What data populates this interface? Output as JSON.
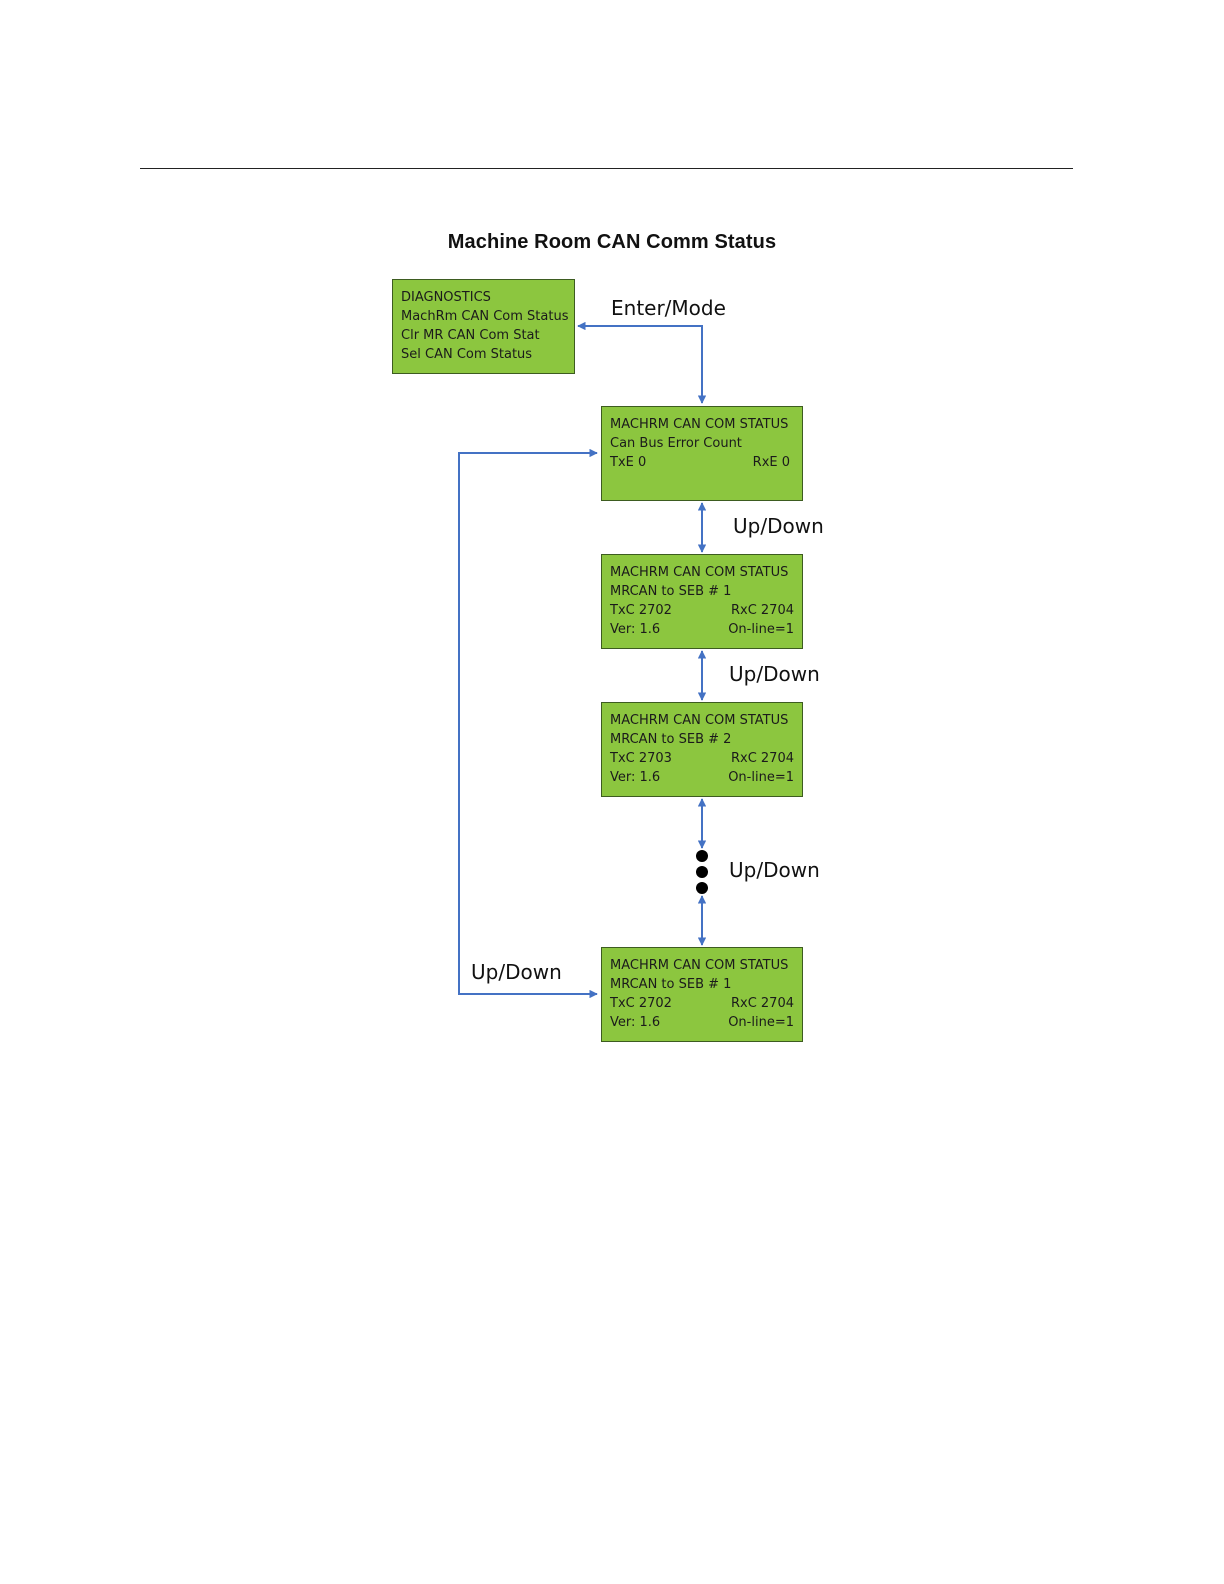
{
  "diagram": {
    "title": "Machine Room CAN Comm Status",
    "colors": {
      "screen_fill": "#8cc63f",
      "connector": "#4472c4"
    },
    "diagnostics_menu": {
      "lines": [
        "DIAGNOSTICS",
        "MachRm CAN Com Status",
        "Clr MR CAN Com Stat",
        "Sel CAN Com Status"
      ]
    },
    "screens": [
      {
        "header": "MACHRM CAN COM STATUS",
        "subtitle": "Can Bus Error Count",
        "row1_left": "TxE 0",
        "row1_right": "RxE 0"
      },
      {
        "header": "MACHRM CAN COM STATUS",
        "subtitle": "MRCAN to SEB # 1",
        "row1_left": "TxC 2702",
        "row1_right": "RxC 2704",
        "row2_left": "Ver: 1.6",
        "row2_right": "On-line=1"
      },
      {
        "header": "MACHRM CAN COM STATUS",
        "subtitle": "MRCAN to SEB # 2",
        "row1_left": "TxC 2703",
        "row1_right": "RxC 2704",
        "row2_left": "Ver: 1.6",
        "row2_right": "On-line=1"
      },
      {
        "header": "MACHRM CAN COM STATUS",
        "subtitle": "MRCAN to SEB # 1",
        "row1_left": "TxC 2702",
        "row1_right": "RxC 2704",
        "row2_left": "Ver: 1.6",
        "row2_right": "On-line=1"
      }
    ],
    "labels": {
      "enter_mode": "Enter/Mode",
      "up_down_1": "Up/Down",
      "up_down_2": "Up/Down",
      "up_down_3": "Up/Down",
      "up_down_loop": "Up/Down"
    }
  }
}
